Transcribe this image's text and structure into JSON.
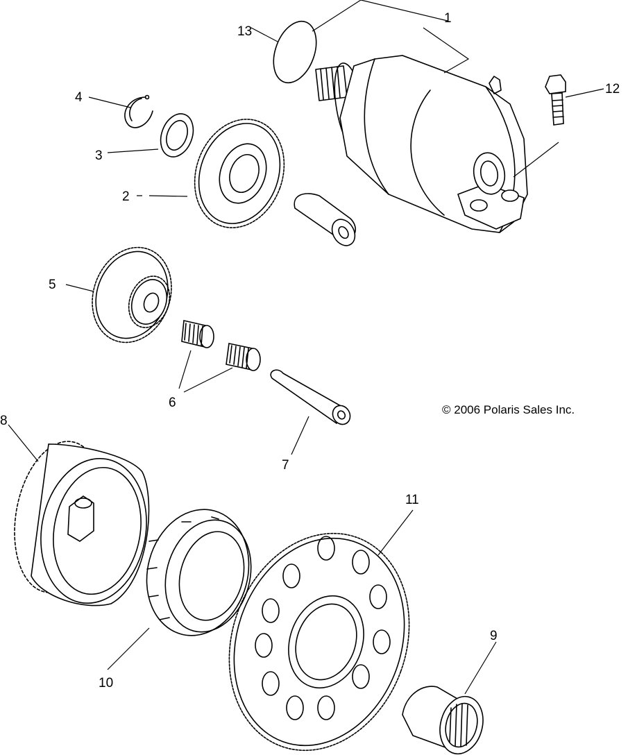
{
  "copyright": "© 2006 Polaris Sales Inc.",
  "callouts": {
    "c1": "1",
    "c2": "2",
    "c3": "3",
    "c4": "4",
    "c5": "5",
    "c6": "6",
    "c7": "7",
    "c8": "8",
    "c9": "9",
    "c10": "10",
    "c11": "11",
    "c12": "12",
    "c13": "13"
  }
}
